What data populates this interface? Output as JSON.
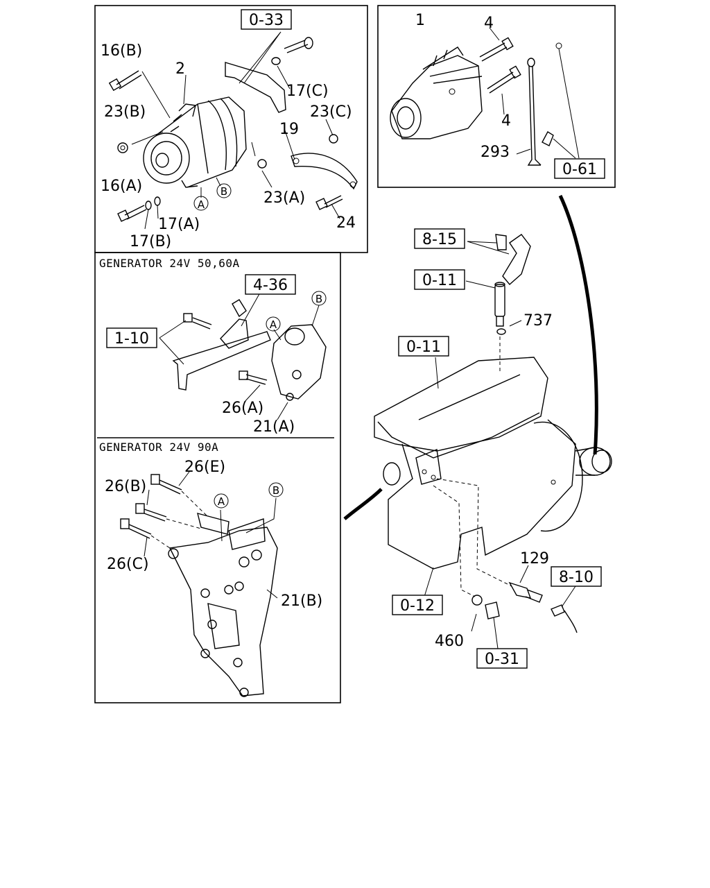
{
  "panels": {
    "generator": {
      "ref_box": "0-33",
      "labels": [
        "16(B)",
        "2",
        "23(B)",
        "16(A)",
        "17(A)",
        "17(B)",
        "17(C)",
        "23(C)",
        "19",
        "23(A)",
        "24",
        "A",
        "B"
      ]
    },
    "starter": {
      "ref_box": "0-61",
      "labels": [
        "1",
        "4",
        "4",
        "293"
      ]
    },
    "bracket_50_60": {
      "caption": "GENERATOR 24V 50,60A",
      "ref_boxes": [
        "4-36",
        "1-10"
      ],
      "labels": [
        "B",
        "A",
        "26(A)",
        "21(A)"
      ]
    },
    "bracket_90": {
      "caption": "GENERATOR 24V 90A",
      "labels": [
        "26(E)",
        "26(B)",
        "26(C)",
        "21(B)",
        "A",
        "B"
      ]
    },
    "engine": {
      "ref_boxes": [
        "8-15",
        "0-11",
        "0-11",
        "0-12",
        "8-10",
        "0-31"
      ],
      "labels": [
        "737",
        "129",
        "460"
      ]
    }
  }
}
